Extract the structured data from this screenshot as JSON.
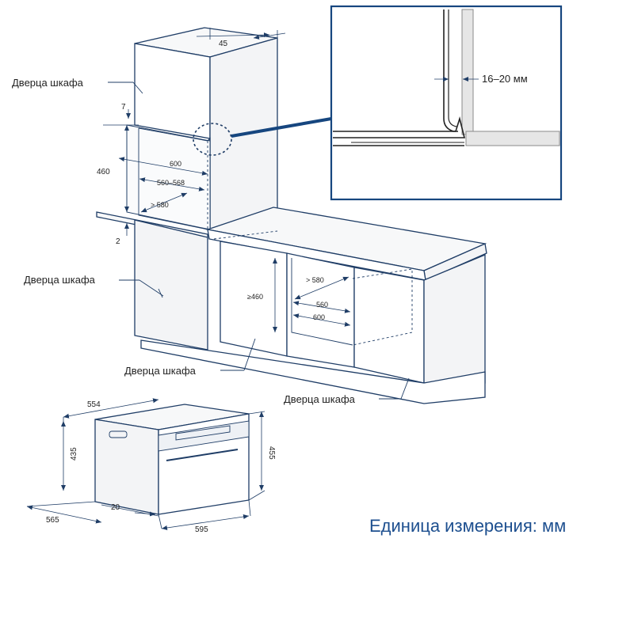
{
  "labels": {
    "door_upper": "Дверца шкафа",
    "door_left": "Дверца шкафа",
    "door_middle": "Дверца шкафа",
    "door_right": "Дверца шкафа",
    "unit_note": "Единица измерения: мм"
  },
  "callout": {
    "gap": "16–20 мм"
  },
  "tall_cabinet_dims": {
    "depth_top": "45",
    "gap_top": "7",
    "height": "460",
    "width": "600",
    "inner_width": "560–568",
    "depth": "> 580",
    "gap_bottom": "2"
  },
  "base_cabinet_dims": {
    "height": "≥460",
    "depth": "> 580",
    "inner_width": "560",
    "width": "600"
  },
  "oven_dims": {
    "depth_top": "554",
    "body_height": "435",
    "total_height": "455",
    "depth_bottom": "565",
    "front_thickness": "20",
    "width": "595"
  }
}
